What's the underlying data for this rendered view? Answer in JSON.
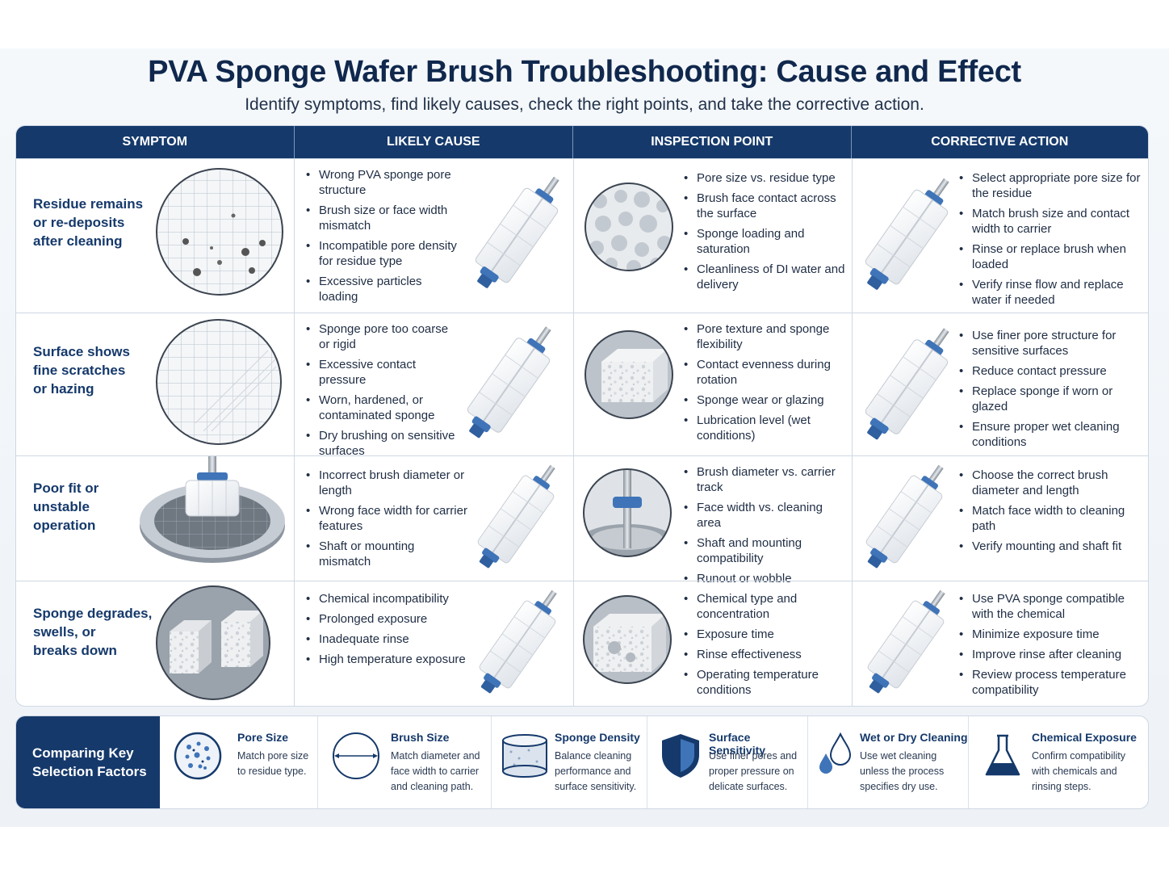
{
  "title": "PVA Sponge Wafer Brush Troubleshooting: Cause and Effect",
  "subtitle": "Identify symptoms, find likely causes, check the right points, and take the corrective action.",
  "headers": [
    "SYMPTOM",
    "LIKELY CAUSE",
    "INSPECTION POINT",
    "CORRECTIVE ACTION"
  ],
  "rows": [
    {
      "symptom": "Residue remains\nor re-deposits\nafter cleaning",
      "causes": [
        "Wrong PVA sponge pore structure",
        "Brush size or face width mismatch",
        "Incompatible pore density for residue type",
        "Excessive particles loading"
      ],
      "inspections": [
        "Pore size vs. residue type",
        "Brush face contact across the surface",
        "Sponge loading and saturation",
        "Cleanliness of DI water and delivery"
      ],
      "actions": [
        "Select appropriate pore size for the residue",
        "Match brush size and contact width to carrier",
        "Rinse or replace brush when loaded",
        "Verify rinse flow and replace water if needed"
      ]
    },
    {
      "symptom": "Surface shows\nfine scratches\nor hazing",
      "causes": [
        "Sponge pore too coarse or rigid",
        "Excessive contact pressure",
        "Worn, hardened, or contaminated sponge",
        "Dry brushing on sensitive surfaces"
      ],
      "inspections": [
        "Pore texture and sponge flexibility",
        "Contact evenness during rotation",
        "Sponge wear or glazing",
        "Lubrication level (wet conditions)"
      ],
      "actions": [
        "Use finer pore structure for sensitive surfaces",
        "Reduce contact pressure",
        "Replace sponge if worn or glazed",
        "Ensure proper wet cleaning conditions"
      ]
    },
    {
      "symptom": "Poor fit or\nunstable\noperation",
      "causes": [
        "Incorrect brush diameter or length",
        "Wrong face width for carrier features",
        "Shaft or mounting mismatch"
      ],
      "inspections": [
        "Brush diameter vs. carrier track",
        "Face width vs. cleaning area",
        "Shaft and mounting compatibility",
        "Runout or wobble"
      ],
      "actions": [
        "Choose the correct brush diameter and length",
        "Match face width to cleaning path",
        "Verify mounting and shaft fit"
      ]
    },
    {
      "symptom": "Sponge degrades,\nswells, or\nbreaks down",
      "causes": [
        "Chemical incompatibility",
        "Prolonged exposure",
        "Inadequate rinse",
        "High temperature exposure"
      ],
      "inspections": [
        "Chemical type and concentration",
        "Exposure time",
        "Rinse effectiveness",
        "Operating temperature conditions"
      ],
      "actions": [
        "Use PVA sponge compatible with the chemical",
        "Minimize exposure time",
        "Improve rinse after cleaning",
        "Review process temperature compatibility"
      ]
    }
  ],
  "factors_label": "Comparing Key\nSelection Factors",
  "factors": [
    {
      "title": "Pore Size",
      "desc": "Match pore size to residue type.",
      "icon": "pore-dots-icon"
    },
    {
      "title": "Brush Size",
      "desc": "Match diameter and face width to carrier and cleaning path.",
      "icon": "diameter-circle-icon"
    },
    {
      "title": "Sponge Density",
      "desc": "Balance cleaning performance and surface sensitivity.",
      "icon": "cylinder-density-icon"
    },
    {
      "title": "Surface Sensitivity",
      "desc": "Use finer pores and proper pressure on delicate surfaces.",
      "icon": "shield-icon"
    },
    {
      "title": "Wet or Dry Cleaning",
      "desc": "Use wet cleaning unless the process specifies dry use.",
      "icon": "water-drops-icon"
    },
    {
      "title": "Chemical Exposure",
      "desc": "Confirm compatibility with chemicals and rinsing steps.",
      "icon": "flask-icon"
    }
  ],
  "colors": {
    "navy": "#15396b",
    "accent_blue": "#3f74b8",
    "border": "#cfd8e3"
  }
}
